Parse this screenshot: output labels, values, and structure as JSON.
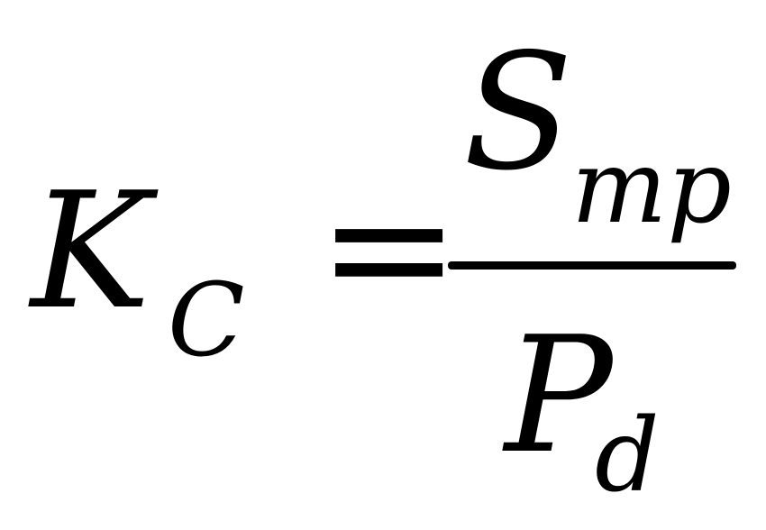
{
  "formula": {
    "lhs_main": "K",
    "lhs_subscript": "C",
    "operator": "=",
    "numerator_main": "S",
    "numerator_subscript": "mp",
    "denominator_main": "P",
    "denominator_subscript": "d"
  },
  "colors": {
    "text": "#000000",
    "background": "#ffffff"
  }
}
